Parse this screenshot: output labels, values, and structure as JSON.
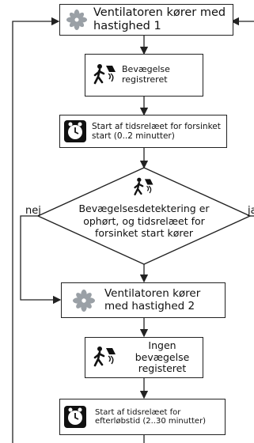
{
  "steps": {
    "fan1": "Ventilatoren kører med hastighed 1",
    "motion": "Bevægelse registreret",
    "timer1": "Start af tidsrelæet for forsinket start (0..2 minutter)",
    "decision": "Bevægelsesdetektering er ophørt, og tidsrelæet for forsinket start kører",
    "fan2": "Ventilatoren kører med hastighed 2",
    "nomotion": "Ingen bevægelse registeret",
    "timer2": "Start af tidsrelæet for efterløbstid (2..30 minutter)"
  },
  "branches": {
    "no": "nej",
    "yes": "ja"
  },
  "icons": [
    "fan-icon",
    "motion-sensor-icon",
    "timer-icon"
  ],
  "colors": {
    "line": "#222222",
    "fan": "#9aa0a6"
  }
}
